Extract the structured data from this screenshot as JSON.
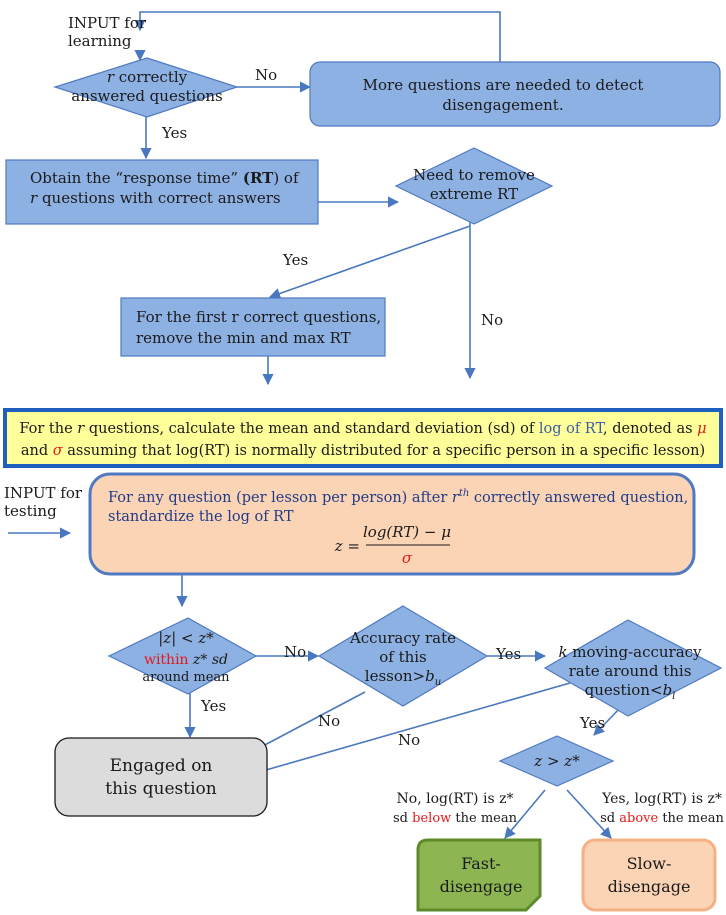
{
  "colors": {
    "box_fill": "#8eb1e3",
    "box_stroke": "#4f79c2",
    "arrow": "#4a78c0",
    "yellow_fill": "#ffff99",
    "yellow_stroke": "#1f5fbf",
    "peach_fill": "#fbd3b5",
    "peach_stroke": "#4f79c2",
    "gray_fill": "#dcdcdc",
    "green_fill": "#8db653",
    "green_stroke": "#5e8a2a",
    "orange_fill": "#fbd3b5",
    "orange_stroke": "#f4b183",
    "highlight_red": "#e21a1a"
  },
  "input_learning": {
    "line1": "INPUT for",
    "line2": "learning"
  },
  "input_testing": {
    "line1": "INPUT for",
    "line2": "testing"
  },
  "diamond_r": {
    "var": "r",
    "line1_rest": " correctly",
    "line2": "answered questions"
  },
  "label_no_1": "No",
  "label_yes_1": "Yes",
  "more_questions": {
    "line1": "More questions are needed to detect",
    "line2": "disengagement."
  },
  "obtain_rt": {
    "line1_pre": "Obtain the “response time” ",
    "line1_bold": "(RT",
    "line1_post": ") of",
    "line2_var": "r",
    "line2_rest": " questions with correct answers"
  },
  "diamond_extreme": {
    "line1": "Need to remove",
    "line2": "extreme RT"
  },
  "label_yes_2": "Yes",
  "label_no_2": "No",
  "remove_minmax": {
    "line1": "For the first r correct questions,",
    "line2": "remove the min and max RT"
  },
  "mean_sd": {
    "l1_a": "For the ",
    "l1_var": "r",
    "l1_b": " questions, calculate the mean and standard deviation (sd) of ",
    "l1_blue": "log of RT",
    "l1_c": ", denoted as ",
    "l1_mu": "μ",
    "l2_a": "and ",
    "l2_sigma": "σ",
    "l2_b": " assuming that log(RT) is normally distributed for a specific person in a specific lesson)"
  },
  "standardize": {
    "l1_a": "For any question (per lesson per person) after ",
    "l1_var": "r",
    "l1_sup": "th",
    "l1_b": " correctly answered question,",
    "l2": "standardize the log of RT",
    "z_lhs": "z =",
    "numerator": "log(RT) − μ",
    "denominator": "σ"
  },
  "diamond_z": {
    "l1": "|z| < z*",
    "l2_red": "within",
    "l2_rest": " z* sd",
    "l3": "around mean"
  },
  "label_no_3": "No",
  "label_yes_3": "Yes",
  "diamond_accuracy": {
    "l1": "Accuracy rate",
    "l2": "of this",
    "l3_a": "lesson>",
    "l3_var": "b",
    "l3_sub": "u"
  },
  "label_yes_4": "Yes",
  "label_no_4": "No",
  "diamond_moving": {
    "l1_var": "k",
    "l1_rest": " moving-accuracy",
    "l2": "rate around this",
    "l3_a": "question<",
    "l3_var": "b",
    "l3_sub": "l"
  },
  "label_yes_5": "Yes",
  "label_no_5": "No",
  "engaged": {
    "line1": "Engaged on",
    "line2": "this question"
  },
  "diamond_zgt": "z > z*",
  "no_branch": {
    "l1": "No, log(RT) is z*",
    "l2_a": "sd ",
    "l2_red": "below",
    "l2_b": " the mean"
  },
  "yes_branch": {
    "l1": "Yes, log(RT) is z*",
    "l2_a": "sd ",
    "l2_red": "above",
    "l2_b": " the mean"
  },
  "fast": {
    "line1": "Fast-",
    "line2": "disengage"
  },
  "slow": {
    "line1": "Slow-",
    "line2": "disengage"
  }
}
